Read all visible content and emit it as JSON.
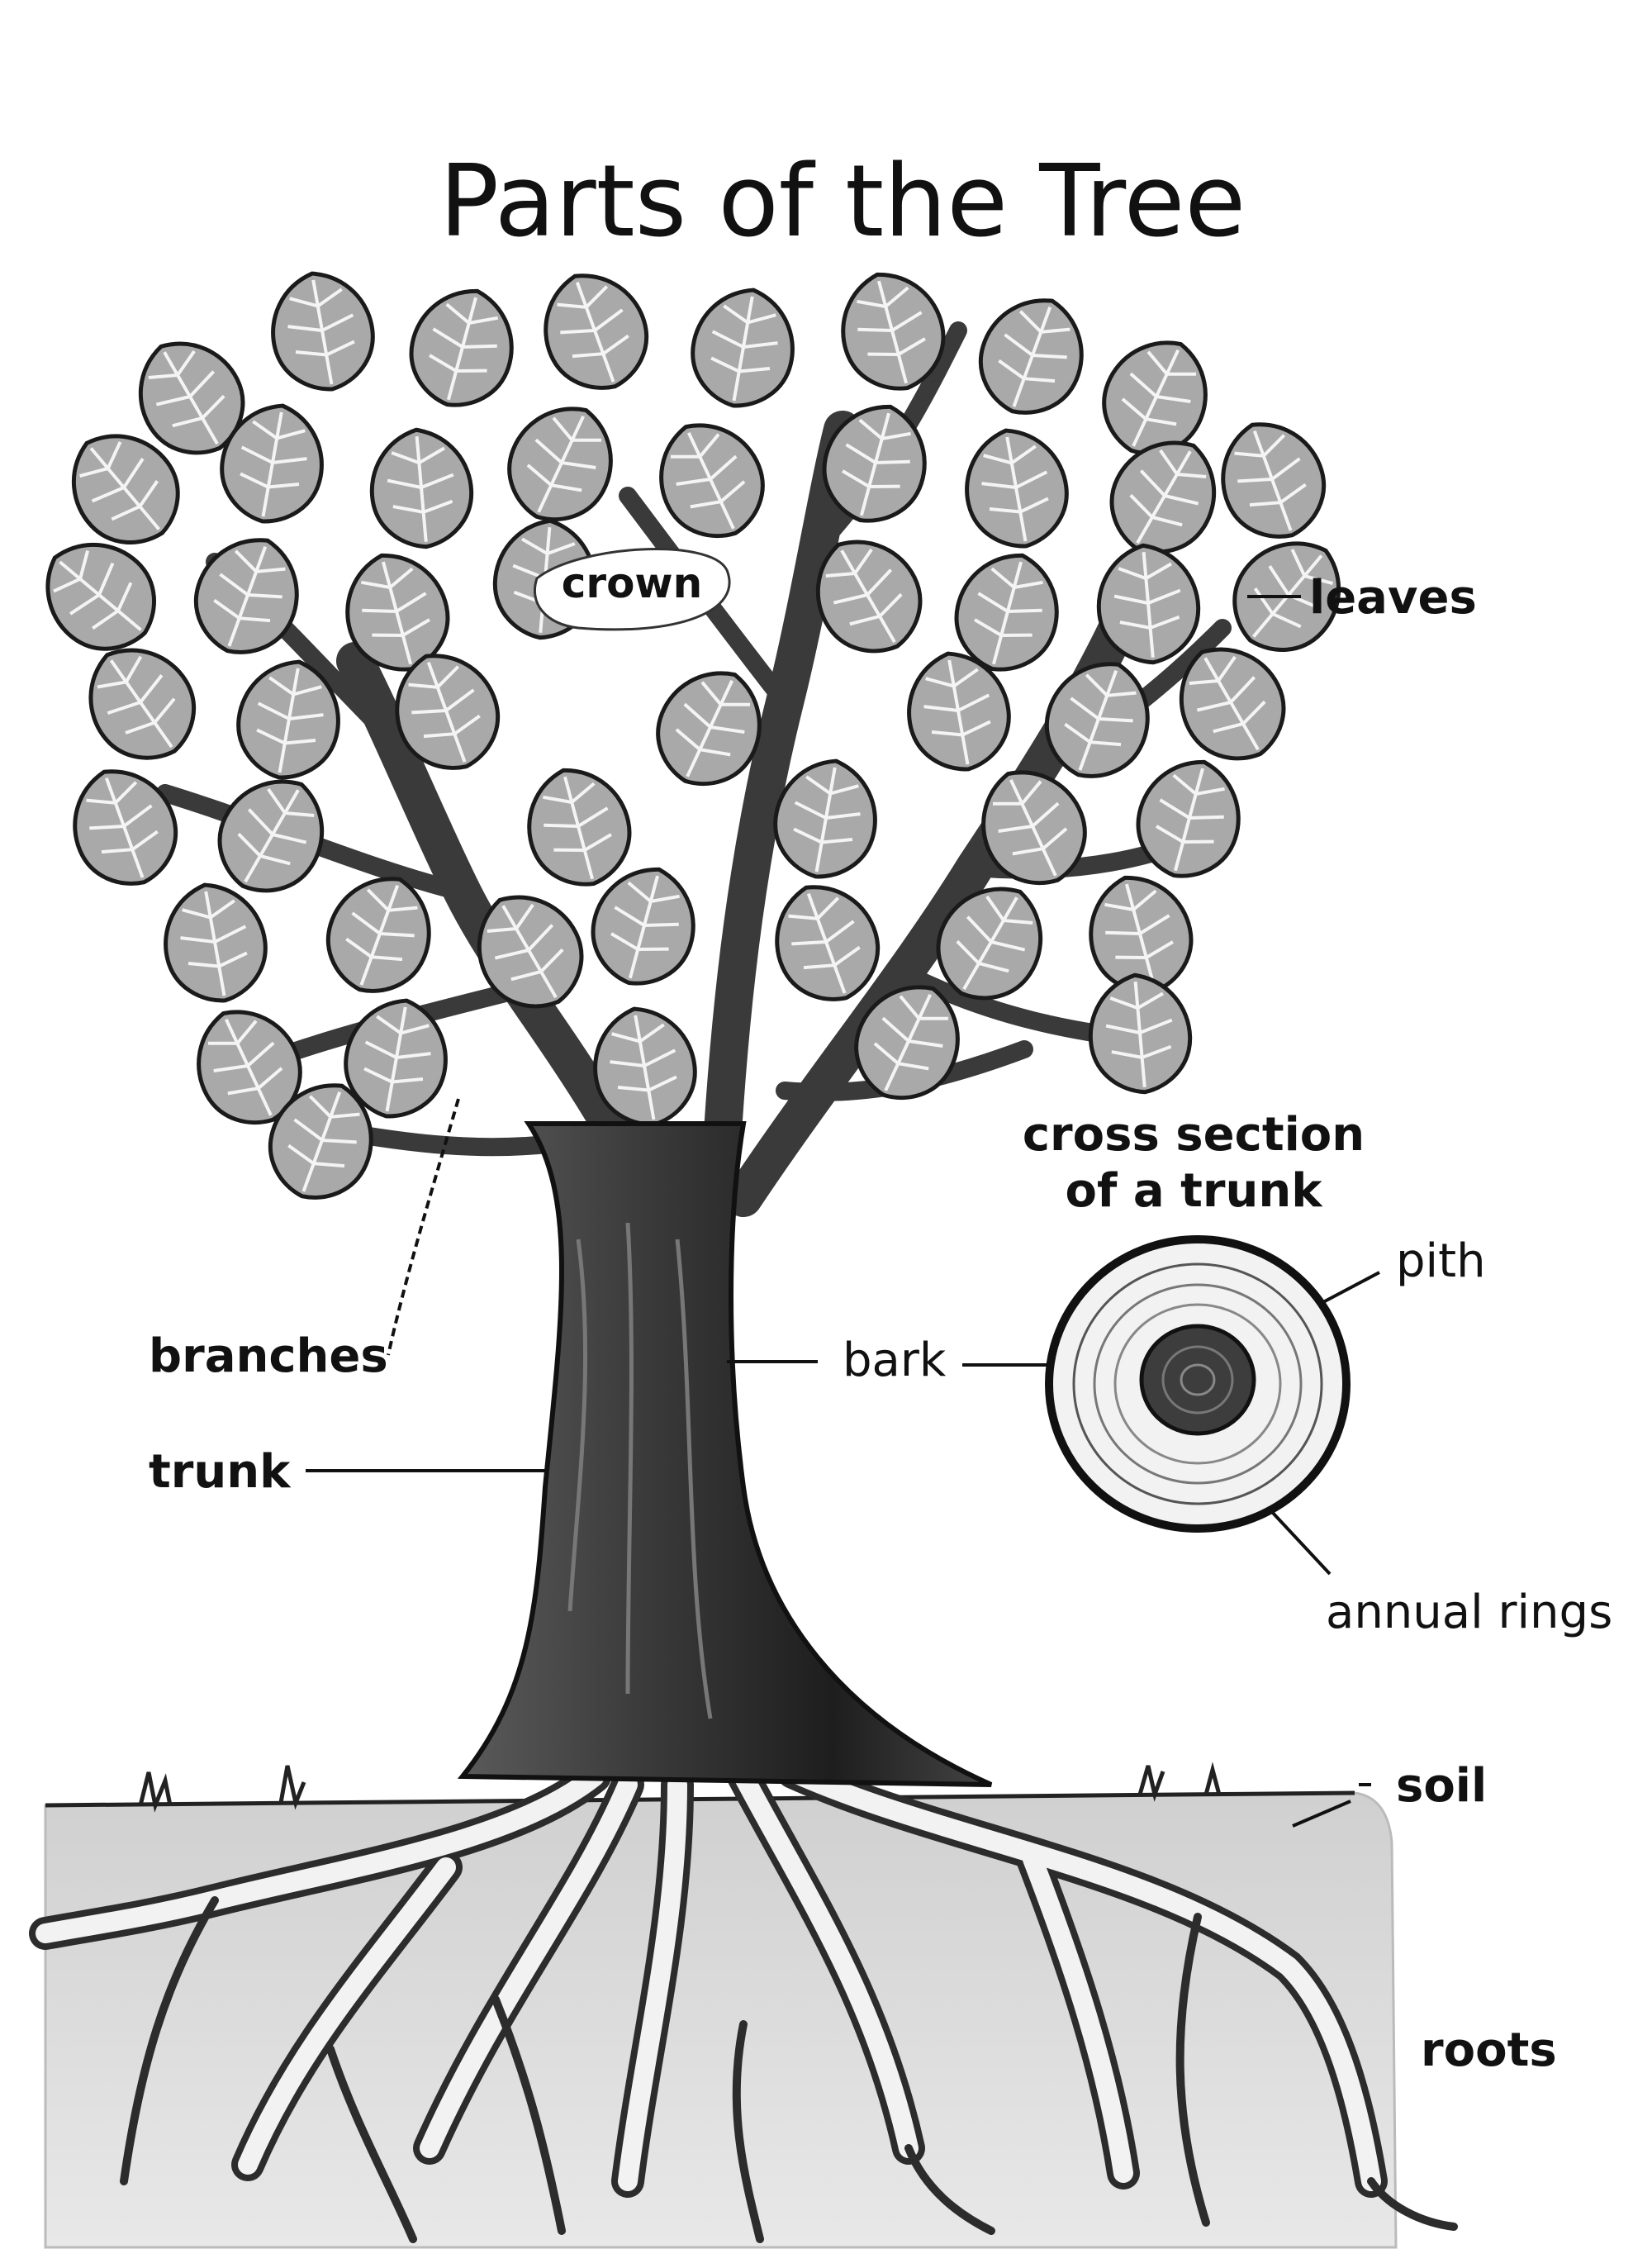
{
  "title": "Parts of the Tree",
  "labels": {
    "crown": "crown",
    "leaves": "leaves",
    "cross_section_line1": "cross section",
    "cross_section_line2": "of a trunk",
    "pith": "pith",
    "branches": "branches",
    "bark": "bark",
    "trunk": "trunk",
    "annual_rings": "annual rings",
    "soil": "soil",
    "roots": "roots"
  },
  "colors": {
    "leaf": "#a9a9a9",
    "soil": "#d9d9d9",
    "trunk": "#2e2e2e",
    "ink": "#111111"
  }
}
